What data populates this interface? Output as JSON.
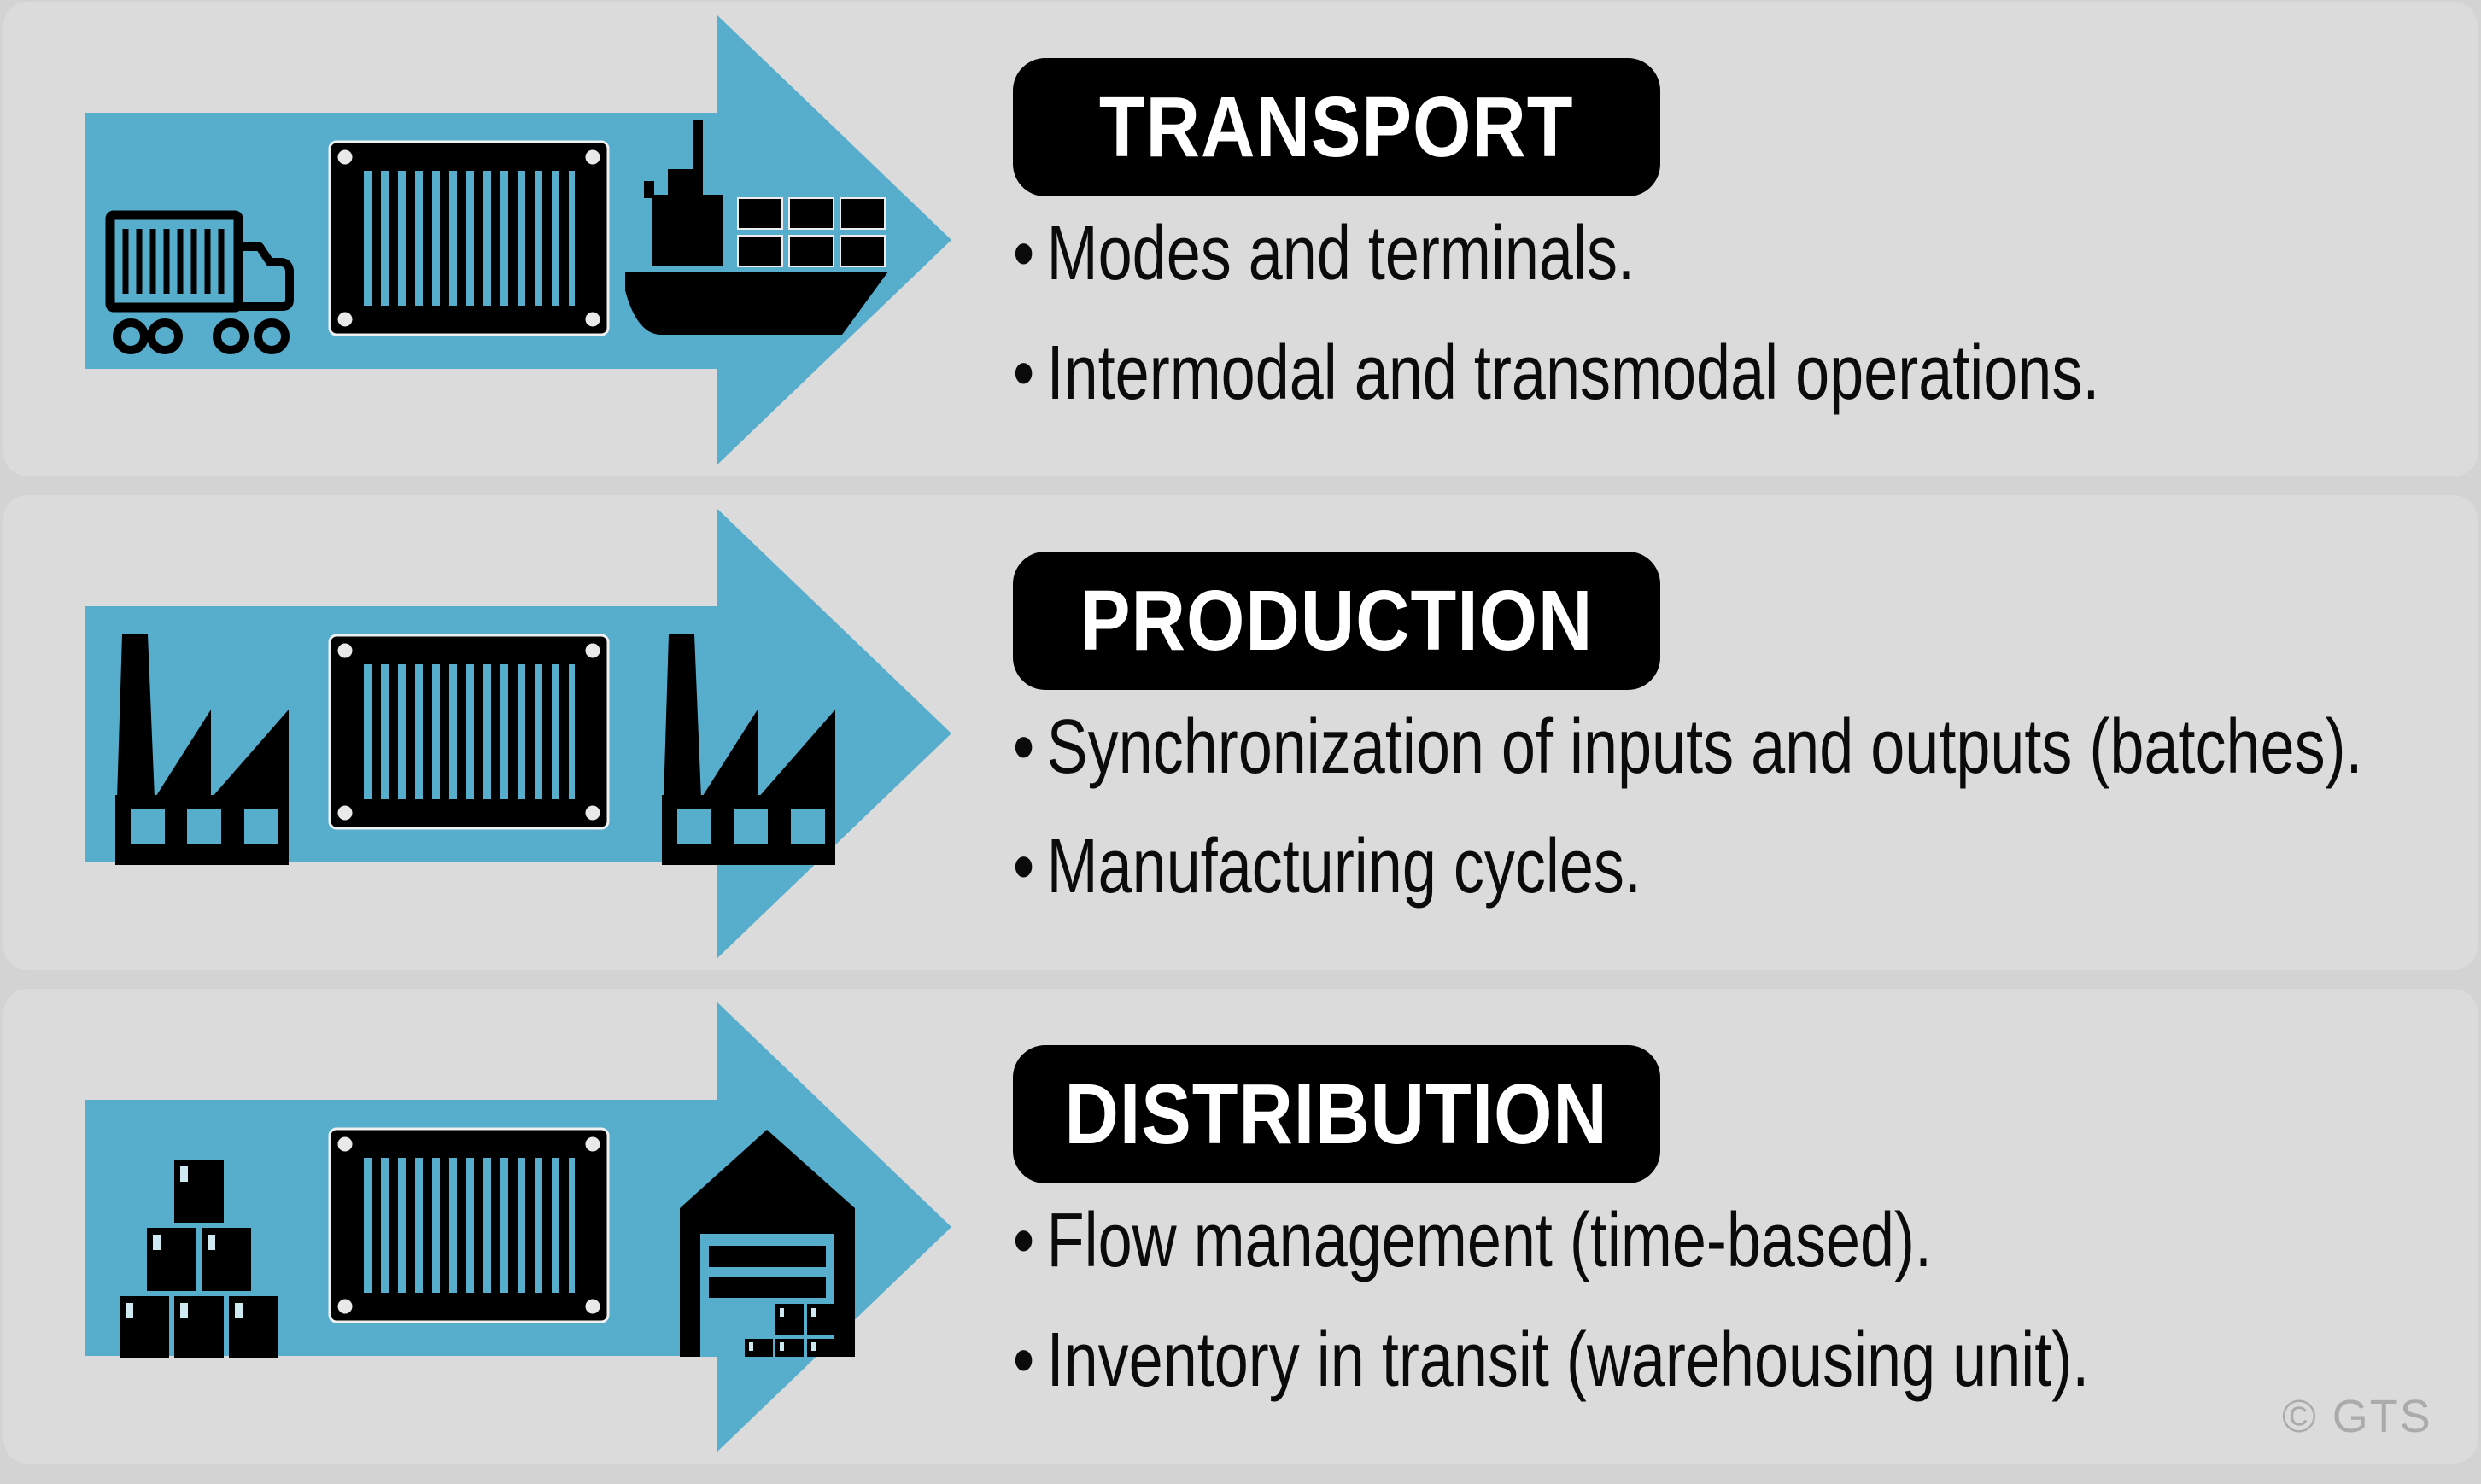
{
  "colors": {
    "background": "#d3d3d3",
    "panel": "#dbdbdb",
    "arrow_blue": "#57adcc",
    "badge_background": "#000000",
    "badge_text": "#ffffff",
    "bullet_text": "#0b0b0b",
    "icon_black": "#000000",
    "copyright_gray": "#ababab"
  },
  "rows": [
    {
      "title": "TRANSPORT",
      "bullets": [
        "Modes and terminals.",
        "Intermodal and transmodal operations."
      ],
      "icons": [
        "truck-icon",
        "container-icon",
        "ship-icon"
      ]
    },
    {
      "title": "PRODUCTION",
      "bullets": [
        "Synchronization of inputs and outputs (batches).",
        "Manufacturing cycles."
      ],
      "icons": [
        "factory-icon",
        "container-icon",
        "factory-icon"
      ]
    },
    {
      "title": "DISTRIBUTION",
      "bullets": [
        "Flow management (time-based).",
        "Inventory in transit (warehousing unit)."
      ],
      "icons": [
        "boxes-icon",
        "container-icon",
        "warehouse-icon"
      ]
    }
  ],
  "copyright": "© GTS"
}
